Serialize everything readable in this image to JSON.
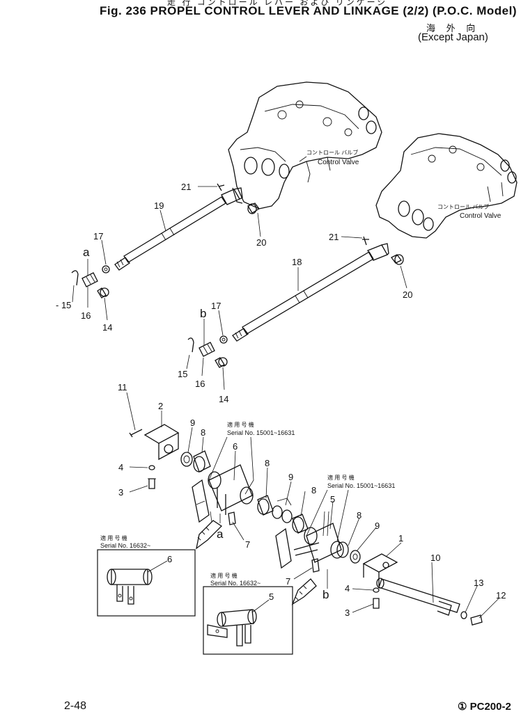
{
  "header": {
    "japanese_top": "走 行 コントロール レバー および リンケージ",
    "title": "Fig. 236  PROPEL CONTROL LEVER AND LINKAGE (2/2) (P.O.C. Model)",
    "japanese_region": "海 外 向",
    "region": "(Except Japan)"
  },
  "labels": {
    "control_valve_jp": "コントロール バルブ",
    "control_valve_en": "Control Valve",
    "serial_jp": "適 用 号 機",
    "serial_a": "Serial No. 15001~16631",
    "serial_b": "Serial No. 16632~"
  },
  "callouts": {
    "c1": "1",
    "c2": "2",
    "c3a": "3",
    "c3b": "3",
    "c4a": "4",
    "c4b": "4",
    "c5a": "5",
    "c5b": "5",
    "c6a": "6",
    "c6b": "6",
    "c7a": "7",
    "c7b": "7",
    "c8a": "8",
    "c8b": "8",
    "c8c": "8",
    "c8d": "8",
    "c9a": "9",
    "c9b": "9",
    "c9c": "9",
    "c10": "10",
    "c11": "11",
    "c12": "12",
    "c13": "13",
    "c14a": "14",
    "c14b": "14",
    "c15a": "- 15",
    "c15b": "15",
    "c16a": "16",
    "c16b": "16",
    "c17a": "17",
    "c17b": "17",
    "c18": "18",
    "c19": "19",
    "c20a": "20",
    "c20b": "20",
    "c21a": "21",
    "c21b": "21",
    "ca1": "a",
    "ca2": "a",
    "cb1": "b",
    "cb2": "b"
  },
  "footer": {
    "page": "2-48",
    "model": "① PC200-2"
  }
}
